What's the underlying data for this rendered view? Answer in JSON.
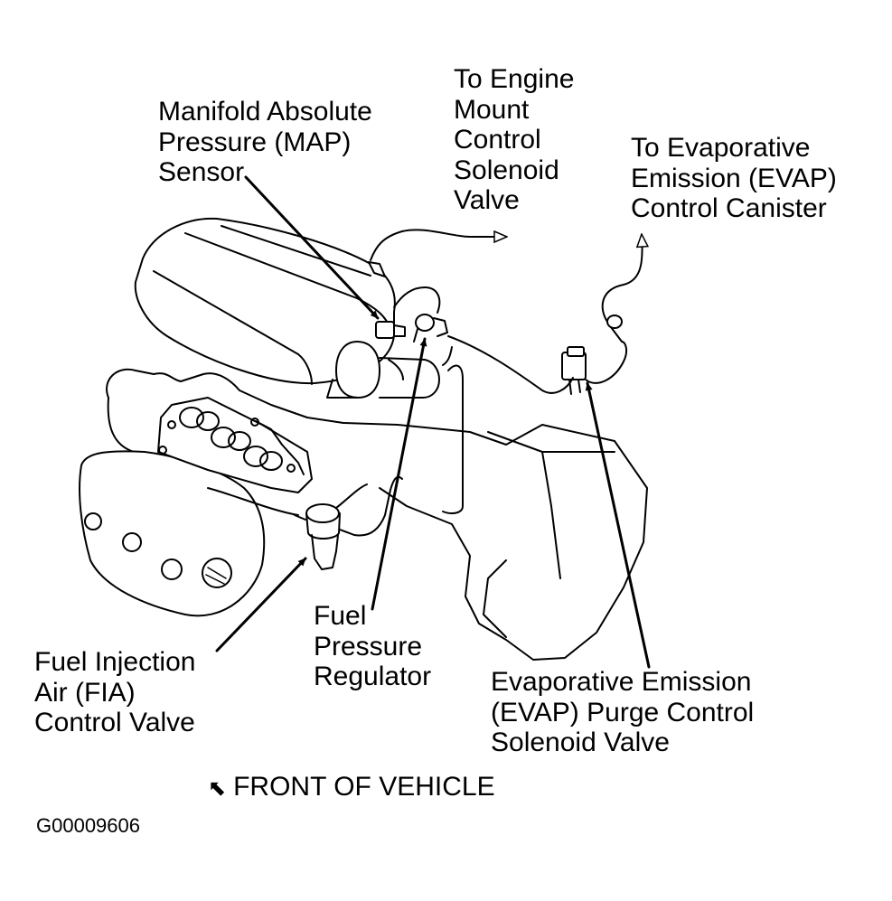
{
  "labels": {
    "map_sensor": [
      "Manifold Absolute",
      "Pressure (MAP)",
      "Sensor"
    ],
    "engine_mount": [
      "To Engine",
      "Mount",
      "Control",
      "Solenoid",
      "Valve"
    ],
    "evap_canister": [
      "To Evaporative",
      "Emission (EVAP)",
      "Control Canister"
    ],
    "fuel_pressure_regulator": [
      "Fuel",
      "Pressure",
      "Regulator"
    ],
    "fia_valve": [
      "Fuel Injection",
      "Air (FIA)",
      "Control Valve"
    ],
    "evap_purge": [
      "Evaporative Emission",
      "(EVAP) Purge Control",
      "Solenoid Valve"
    ]
  },
  "footer": {
    "front_icon": "front-arrow-icon",
    "front_text": "FRONT OF VEHICLE",
    "figure_id": "G00009606"
  },
  "colors": {
    "line": "#000000",
    "background": "#ffffff"
  }
}
